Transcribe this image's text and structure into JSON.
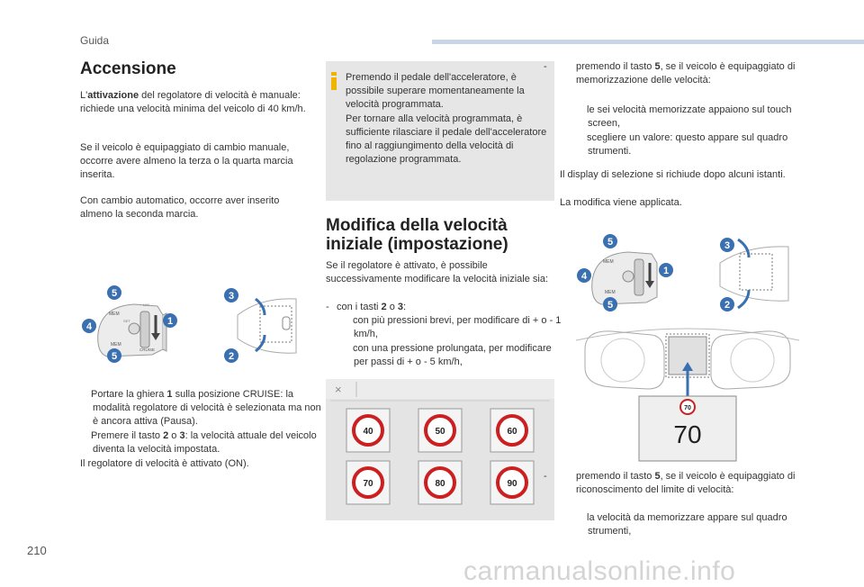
{
  "header": {
    "section": "Guida"
  },
  "col1": {
    "title": "Accensione",
    "p1_bold": "attivazione",
    "p1_prefix": "L'",
    "p1_rest": " del regolatore di velocità è manuale: richiede una velocità minima del veicolo di 40 km/h.",
    "p2": "Se il veicolo è equipaggiato di cambio manuale, occorre avere almeno la terza o la quarta marcia inserita.",
    "p3": "Con cambio automatico, occorre aver inserito almeno la seconda marcia.",
    "b1_a": "Portare la ghiera ",
    "b1_num": "1",
    "b1_b": " sulla posizione CRUISE: la modalità regolatore di velocità è selezionata ma non è ancora attiva (Pausa).",
    "b2_a": "Premere il tasto ",
    "b2_n1": "2",
    "b2_mid": " o ",
    "b2_n2": "3",
    "b2_b": ": la velocità attuale del veicolo diventa la velocità impostata.",
    "p4": "Il regolatore di velocità è attivato (ON)."
  },
  "col2": {
    "note": "Premendo il pedale dell'acceleratore, è possibile superare momentaneamente la velocità programmata.\nPer tornare alla velocità programmata, è sufficiente rilasciare il pedale dell'acceleratore fino al raggiungimento della velocità di regolazione programmata.",
    "title": "Modifica della velocità iniziale (impostazione)",
    "p1": "Se il regolatore è attivato, è possibile successivamente modificare la velocità iniziale sia:",
    "d1_a": "con i tasti ",
    "d1_n1": "2",
    "d1_mid": " o ",
    "d1_n2": "3",
    "d1_b": ":",
    "s1": "con più pressioni brevi, per modificare di + o - 1 km/h,",
    "s2": "con una pressione prolungata, per modificare per passi di + o - 5 km/h,"
  },
  "col3": {
    "d1_a": "premendo il tasto ",
    "d1_n": "5",
    "d1_b": ", se il veicolo è equipaggiato di memorizzazione delle velocità:",
    "s1": "le sei velocità memorizzate appaiono sul touch screen,",
    "s2": "scegliere un valore: questo appare sul quadro strumenti.",
    "p1": "Il display di selezione si richiude dopo alcuni istanti.",
    "p2": "La modifica viene applicata.",
    "d2_a": "premendo il tasto ",
    "d2_n": "5",
    "d2_b": ", se il veicolo è equipaggiato di riconoscimento del limite di velocità:",
    "s3": "la velocità da memorizzare appare sul quadro strumenti,"
  },
  "speed_signs": [
    "40",
    "50",
    "60",
    "70",
    "80",
    "90"
  ],
  "dashboard": {
    "small_sign": "70",
    "big_value": "70"
  },
  "stalk_labels": {
    "mem": "MEM",
    "cruise": "CRUISE",
    "set": "SET",
    "lim": "LIM"
  },
  "callouts": [
    "1",
    "2",
    "3",
    "4",
    "5"
  ],
  "glyphs": {
    "dash": "-",
    "arrow": "",
    "close": "×"
  },
  "colors": {
    "callout": "#3a6fb0",
    "note_bg": "#e6e6e6",
    "accent_i": "#f0b400",
    "sign_red": "#cc1f1f"
  },
  "footer": {
    "page": "210",
    "watermark": "carmanualsonline.info"
  }
}
